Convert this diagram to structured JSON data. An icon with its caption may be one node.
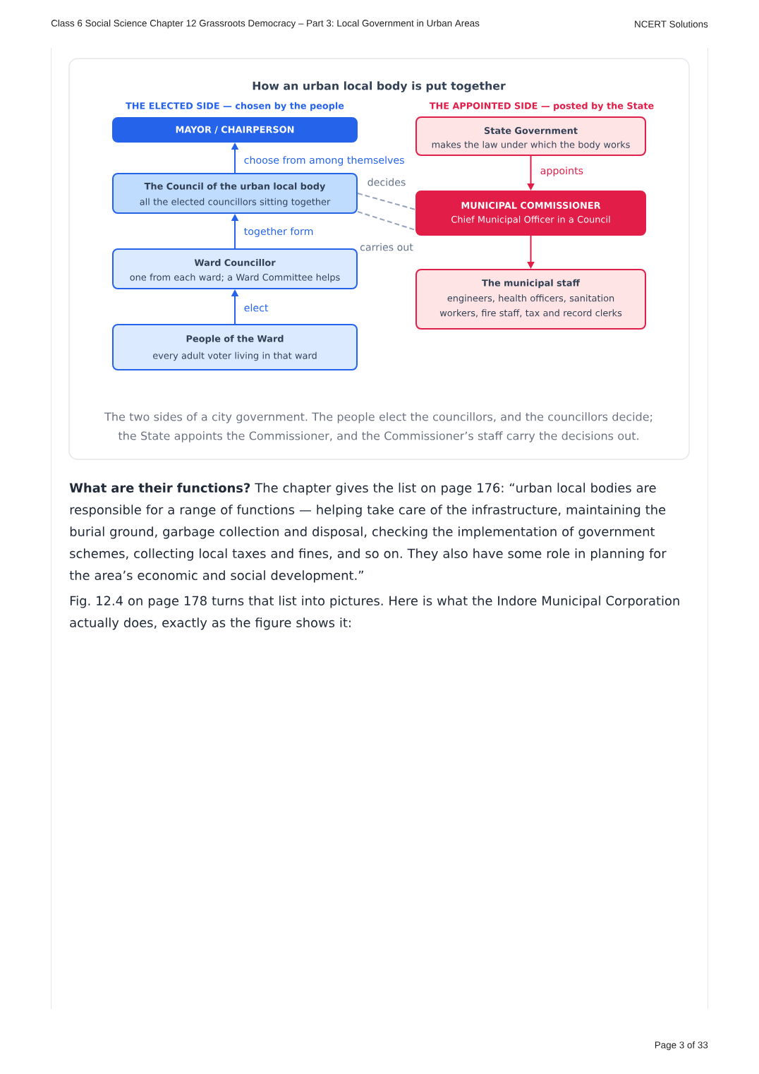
{
  "diagram": {
    "title": "How an urban local body is put together",
    "caption": "The two sides of a city government. The people elect the councillors, and the councillors decide; the State appoints the Commissioner, and the Commissioner’s staff carry the decisions out.",
    "nodes": [
      {
        "text": [
          "MAYOR / CHAIRPERSON"
        ]
      },
      {
        "text": [
          "The Council of the urban local body",
          "all the elected councillors sitting together"
        ]
      },
      {
        "text": [
          "Ward Councillor",
          "one from each ward; a Ward Committee helps"
        ]
      },
      {
        "text": [
          "People of the Ward",
          "every adult voter living in that ward"
        ]
      },
      {
        "text": [
          "State Government",
          "makes the law under which the body works"
        ]
      },
      {
        "text": [
          "MUNICIPAL COMMISSIONER",
          "Chief Municipal Officer in a Council"
        ]
      },
      {
        "text": [
          "The municipal staff",
          "engineers, health officers, sanitation workers, fire staff, tax and record clerks"
        ]
      }
    ],
    "edges": [
      {
        "from": 3,
        "to": 2,
        "arrow": "to",
        "label": "elect"
      },
      {
        "from": 2,
        "to": 1,
        "arrow": "to",
        "label": "together form"
      },
      {
        "from": 1,
        "to": 0,
        "arrow": "to",
        "label": "choose from among themselves"
      },
      {
        "from": 4,
        "to": 5,
        "arrow": "to",
        "label": "appoints",
        "color": "#e11d48"
      },
      {
        "from": 5,
        "to": 6,
        "arrow": "to",
        "color": "#e11d48"
      },
      {
        "from": 1,
        "to": 5,
        "arrow": "none",
        "label": "decides",
        "style": "dashed",
        "color": "#94a3b8"
      },
      {
        "from": 1,
        "to": 5,
        "arrow": "none",
        "label": "carries out",
        "style": "dashed",
        "color": "#94a3b8"
      }
    ],
    "labels": [
      "Class 6 Social Science Chapter 12 Grassroots Democracy – Part 3: Local Government in Urban Areas",
      "NCERT Solutions",
      "THE ELECTED SIDE — chosen by the people",
      "THE APPOINTED SIDE — posted by the State",
      "**What are their functions?** The chapter gives the list on page 176: “urban local bodies are responsible for a range of functions — helping take care of the infrastructure, maintaining the burial ground, garbage collection and disposal, checking the implementation of government schemes, collecting local taxes and fines, and so on. They also have some role in planning for the area’s economic and social development.”",
      "Fig. 12.4 on page 178 turns that list into pictures. Here is what the Indore Municipal Corporation actually does, exactly as the figure shows it:",
      "Page 3 of 33"
    ]
  }
}
